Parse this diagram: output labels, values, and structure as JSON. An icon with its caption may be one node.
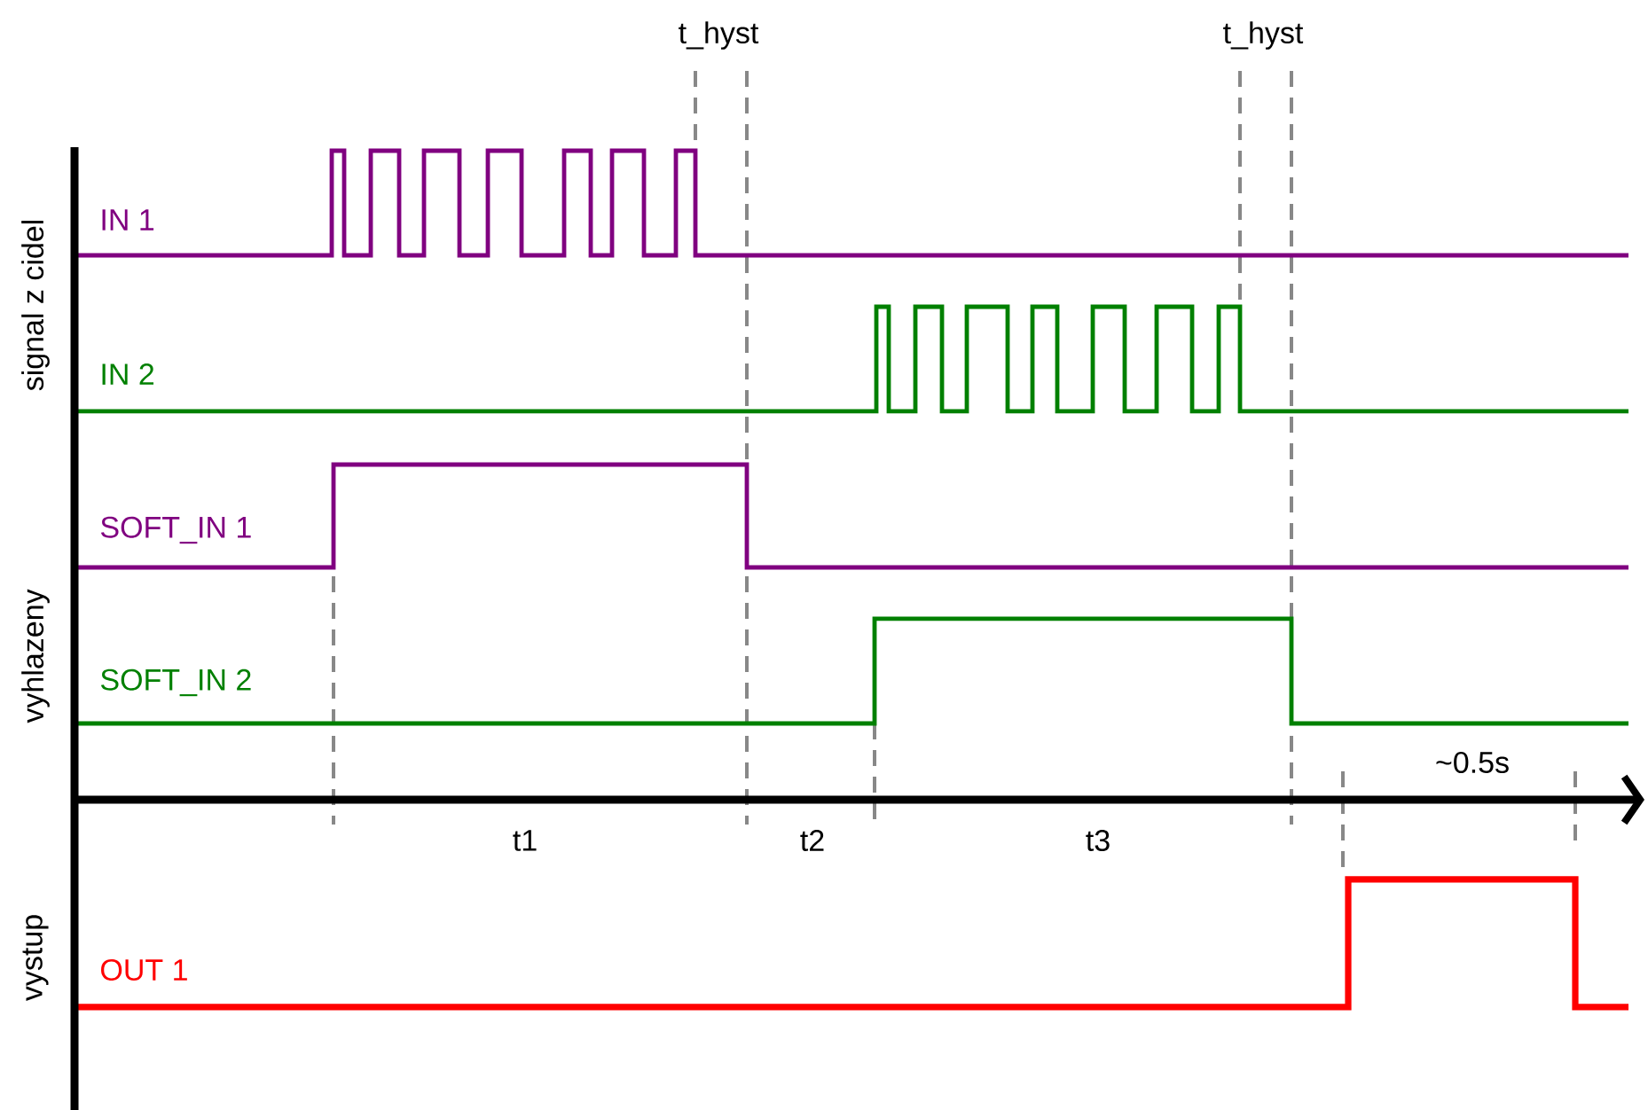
{
  "diagram": {
    "labels": [
      "t_hyst",
      "t_hyst",
      "signal z cidel",
      "IN 1",
      "IN 2",
      "SOFT_IN 1",
      "vyhlazeny",
      "SOFT_IN 2",
      "~0.5s",
      "t1",
      "t2",
      "t3",
      "vystup",
      "OUT 1"
    ]
  }
}
